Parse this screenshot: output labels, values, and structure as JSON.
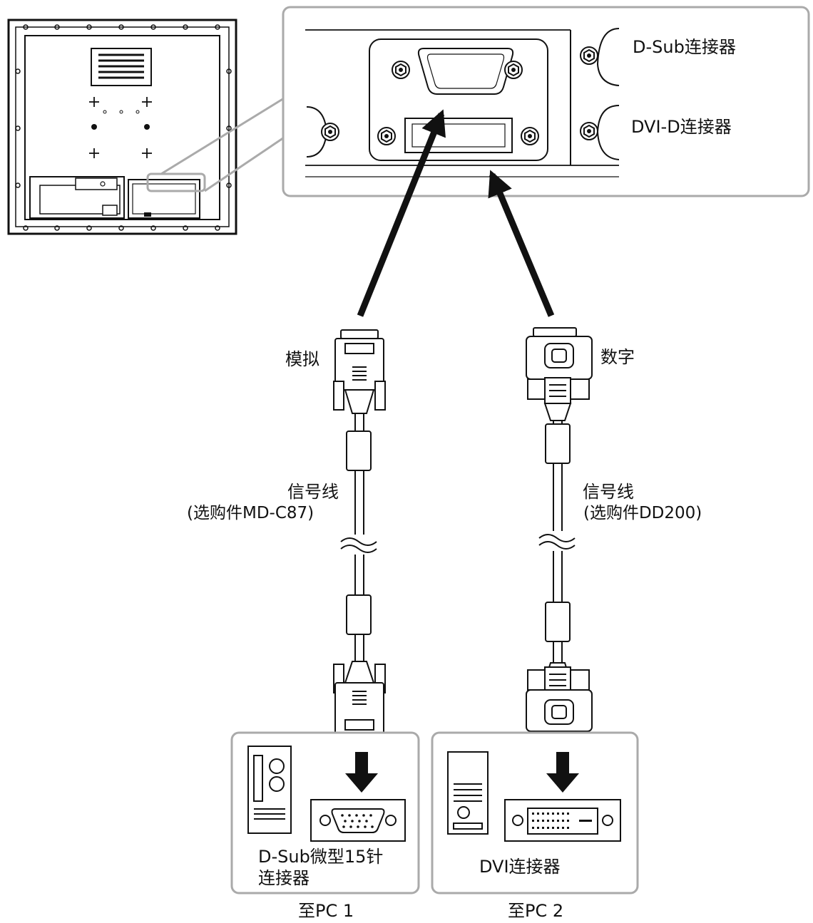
{
  "connectors": {
    "dsub": "D-Sub连接器",
    "dvi_d": "DVI-D连接器"
  },
  "analog_cable": {
    "type": "模拟",
    "name": "信号线",
    "option": "(选购件MD-C87)"
  },
  "digital_cable": {
    "type": "数字",
    "name": "信号线",
    "option": "(选购件DD200)"
  },
  "pc1": {
    "connector_line1": "D-Sub微型15针",
    "connector_line2": "连接器",
    "target": "至PC 1"
  },
  "pc2": {
    "connector": "DVI连接器",
    "target": "至PC 2"
  }
}
